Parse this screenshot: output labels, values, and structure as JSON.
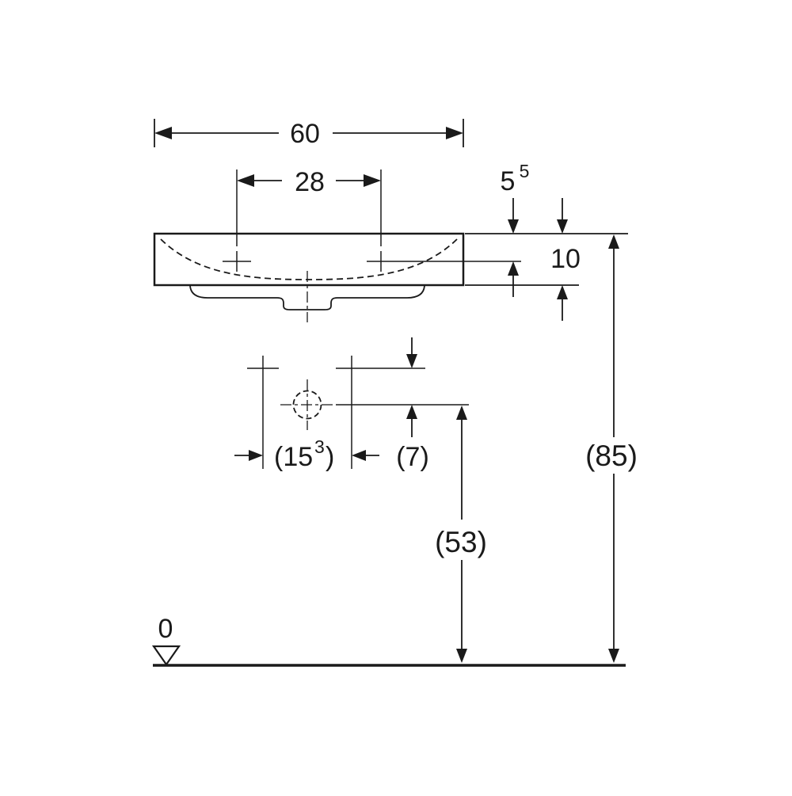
{
  "drawing": {
    "colors": {
      "line": "#1a1a1a",
      "background": "#ffffff"
    },
    "dimensions": {
      "total_width": "60",
      "tap_hole_spacing": "28",
      "rim_to_tap_hole_base": "5",
      "rim_to_tap_hole_sup": "5",
      "basin_rim_height": "10",
      "fixing_hole_spacing_open": "(15",
      "fixing_hole_spacing_sup": "3",
      "fixing_hole_spacing_close": ")",
      "tap_to_drain_offset": "(7)",
      "drain_height": "(53)",
      "rim_height": "(85)",
      "datum": "0"
    }
  }
}
